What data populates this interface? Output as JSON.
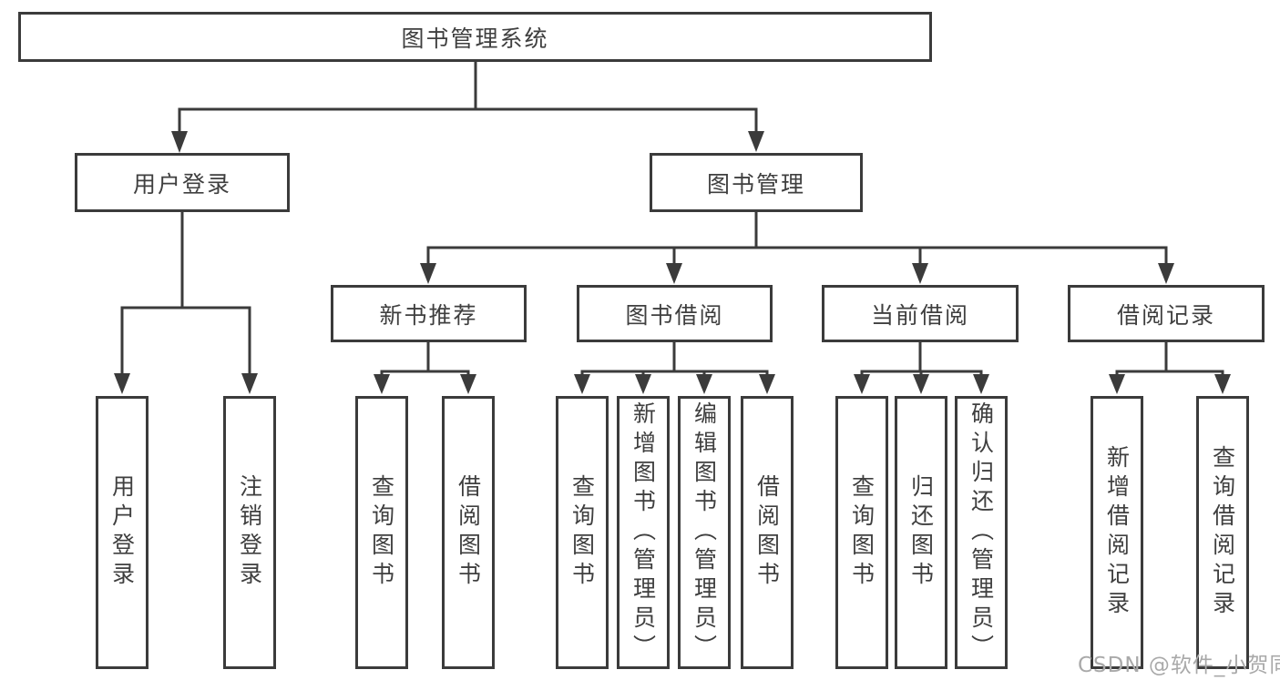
{
  "nodes": {
    "root": {
      "label": "图书管理系统"
    },
    "level2": [
      {
        "label": "用户登录"
      },
      {
        "label": "图书管理"
      }
    ],
    "level3": [
      {
        "label": "新书推荐",
        "parent": "图书管理"
      },
      {
        "label": "图书借阅",
        "parent": "图书管理"
      },
      {
        "label": "当前借阅",
        "parent": "图书管理"
      },
      {
        "label": "借阅记录",
        "parent": "图书管理"
      }
    ],
    "leaves": [
      {
        "label": "用户登录",
        "parent": "用户登录"
      },
      {
        "label": "注销登录",
        "parent": "用户登录"
      },
      {
        "label": "查询图书",
        "parent": "新书推荐"
      },
      {
        "label": "借阅图书",
        "parent": "新书推荐"
      },
      {
        "label": "查询图书",
        "parent": "图书借阅"
      },
      {
        "label": "新增图书（管理员）",
        "parent": "图书借阅"
      },
      {
        "label": "编辑图书（管理员）",
        "parent": "图书借阅"
      },
      {
        "label": "借阅图书",
        "parent": "图书借阅"
      },
      {
        "label": "查询图书",
        "parent": "当前借阅"
      },
      {
        "label": "归还图书",
        "parent": "当前借阅"
      },
      {
        "label": "确认归还（管理员）",
        "parent": "当前借阅"
      },
      {
        "label": "新增借阅记录",
        "parent": "借阅记录"
      },
      {
        "label": "查询借阅记录",
        "parent": "借阅记录"
      }
    ]
  },
  "watermark": {
    "text": "CSDN @软件_小贺同学"
  },
  "colors": {
    "line": "#3b3b3b",
    "text": "#3f3f3f",
    "watermark": "#a9a9a9",
    "background": "#ffffff"
  }
}
